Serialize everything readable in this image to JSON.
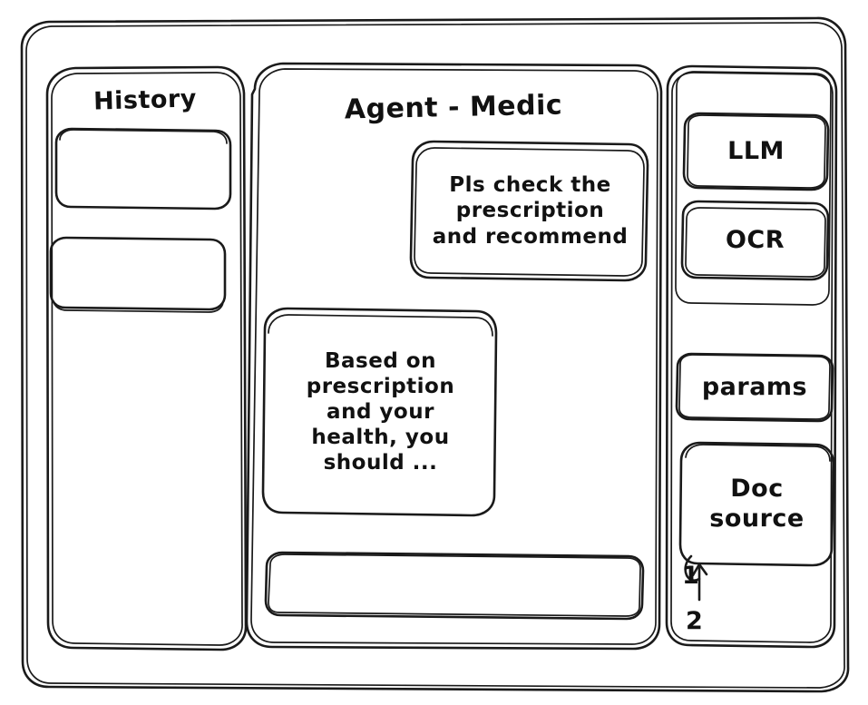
{
  "window": {
    "name": "agent-medic-wireframe"
  },
  "sidebar": {
    "title": "History",
    "items": [
      {
        "label": "",
        "name": "history-item-1"
      },
      {
        "label": "",
        "name": "history-item-2"
      }
    ]
  },
  "main": {
    "title": "Agent - Medic",
    "messages": [
      {
        "role": "user",
        "text": "Pls check the\nprescription\nand recommend"
      },
      {
        "role": "assistant",
        "text": "Based on\nprescription\nand your\nhealth, you\nshould ..."
      }
    ],
    "composer": {
      "value": "",
      "placeholder": ""
    }
  },
  "tools": {
    "models": [
      {
        "label": "LLM"
      },
      {
        "label": "OCR"
      }
    ],
    "params_label": "params",
    "doc_source": {
      "label": "Doc\nsource",
      "sources": [
        {
          "number": "1"
        },
        {
          "number": "2"
        }
      ]
    }
  },
  "colors": {
    "ink": "#1a1a1a",
    "paper": "#ffffff"
  }
}
